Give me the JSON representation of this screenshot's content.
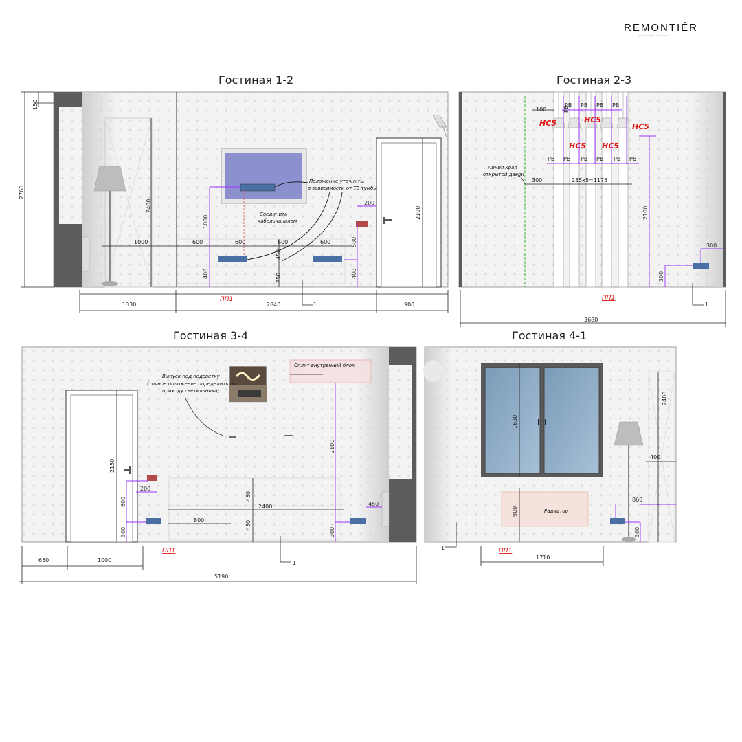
{
  "brand": {
    "name": "REMONTIÉR",
    "tagline": "ремонт. дизайн. комплектация"
  },
  "panels": {
    "p12": {
      "title": "Гостиная 1-2",
      "dims": {
        "h_total": "2760",
        "h_top": "150",
        "w1": "1330",
        "w2": "2840",
        "w3": "900",
        "d1000": "1000",
        "d600a": "600",
        "d600b": "600",
        "d600c": "600",
        "d600d": "600",
        "h2400": "2400",
        "h1000": "1000",
        "h400a": "400",
        "h400b": "400",
        "h250": "250",
        "h450": "450",
        "h500": "500",
        "w200": "200",
        "h2100": "2100"
      },
      "notes": {
        "note1": "Положение уточнить,",
        "note2": "в зависимости от ТВ тумбы",
        "cable1": "Соединить",
        "cable2": "кабельканалом"
      },
      "tag": "ПП1",
      "marker": "1"
    },
    "p23": {
      "title": "Гостиная 2-3",
      "dims": {
        "d100": "100",
        "d300": "300",
        "d235": "235x5=1175",
        "h2100": "2100",
        "w300": "300",
        "h300": "300",
        "w_total": "3680"
      },
      "labels": {
        "hc": "НС5",
        "rb": "РВ"
      },
      "notes": {
        "door1": "Линия края",
        "door2": "открытой двери"
      },
      "tag": "ПП1",
      "marker": "1"
    },
    "p34": {
      "title": "Гостиная 3-4",
      "dims": {
        "h2150": "2150",
        "h600": "600",
        "w200": "200",
        "h300a": "300",
        "w800": "800",
        "w2400": "2400",
        "h450a": "450",
        "h450b": "450",
        "h2100": "2100",
        "h300b": "300",
        "w450": "450",
        "w650": "650",
        "w1000": "1000",
        "w_total": "5190"
      },
      "notes": {
        "l1": "Выпуск под подсветку",
        "l2": "(точное положение определить по",
        "l3": "приходу светильника)"
      },
      "split": "Сплит внутренний блок",
      "tag": "ПП1",
      "marker": "1"
    },
    "p41": {
      "title": "Гостиная 4-1",
      "dims": {
        "h1630": "1630",
        "h900": "900",
        "h2400": "2400",
        "w400": "400",
        "w860": "860",
        "h300": "300",
        "w1710": "1710"
      },
      "radiator": "Радиатор",
      "tag": "ПП1",
      "marker": "1"
    }
  },
  "colors": {
    "dim": "#9b30ff",
    "red": "#e01818",
    "wall": "#f4f4f4",
    "column": "#5c5c5c",
    "socket": "#4a6fa5"
  }
}
